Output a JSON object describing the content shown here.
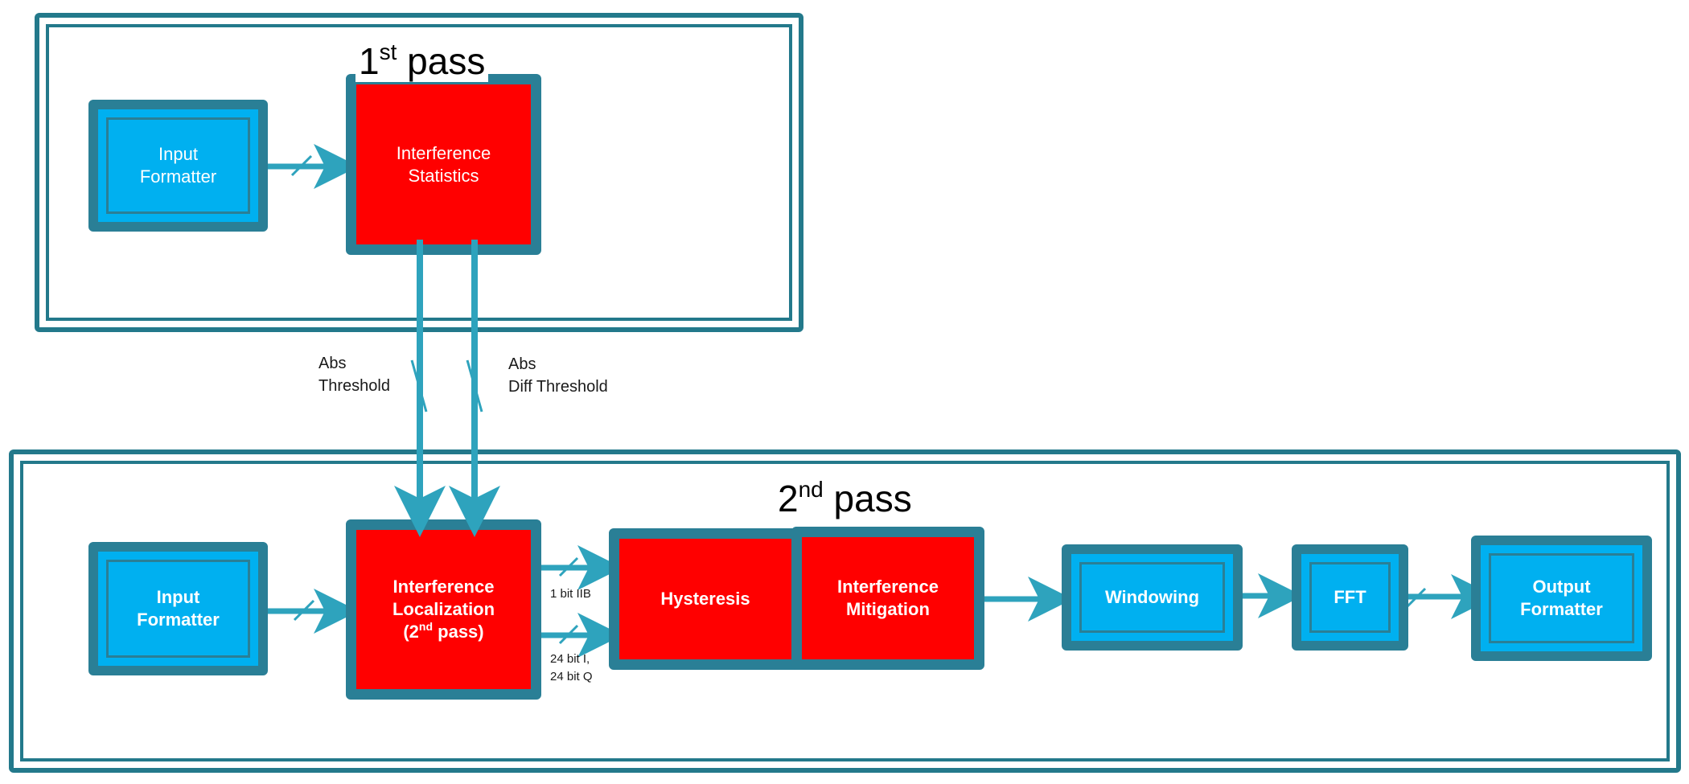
{
  "passes": {
    "first": {
      "number": "1",
      "suffix": "st",
      "word": "pass"
    },
    "second": {
      "number": "2",
      "suffix": "nd",
      "word": "pass"
    }
  },
  "blocks": {
    "input_formatter_1": "Input\nFormatter",
    "interference_statistics": "Interference\nStatistics",
    "input_formatter_2": "Input\nFormatter",
    "interference_localization": {
      "line1": "Interference",
      "line2": "Localization",
      "line3_pre": "(2",
      "line3_sup": "nd",
      "line3_post": " pass)"
    },
    "hysteresis": "Hysteresis",
    "interference_mitigation": "Interference\nMitigation",
    "windowing": "Windowing",
    "fft": "FFT",
    "output_formatter": "Output\nFormatter"
  },
  "signals": {
    "abs_threshold": "Abs\nThreshold",
    "abs_diff_threshold": "Abs\nDiff Threshold",
    "one_bit_iib": "1 bit IIB",
    "iq_bits": "24 bit I,\n24 bit Q"
  },
  "colors": {
    "frame": "#23798b",
    "block_border": "#2a7f96",
    "block_blue": "#00b0f0",
    "block_red": "#ff0000",
    "wire": "#2ea3bd"
  }
}
